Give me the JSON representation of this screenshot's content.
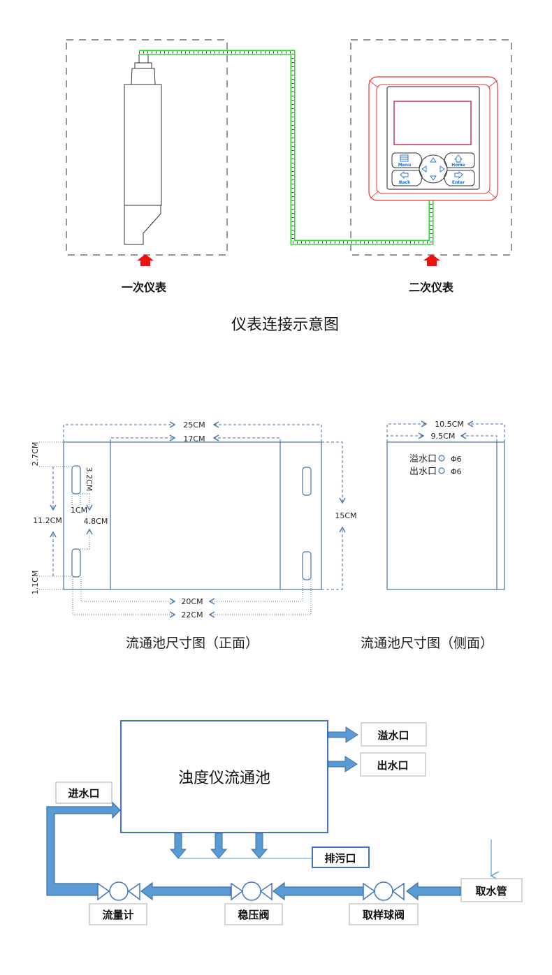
{
  "section1": {
    "primary_label": "一次仪表",
    "secondary_label": "二次仪表",
    "caption": "仪表连接示意图",
    "keypad": {
      "menu": "Menu",
      "home": "Home",
      "back": "Back",
      "enter": "Enter"
    },
    "colors": {
      "cable": "#22dd22",
      "frame": "#ee3333",
      "screen": "#cc3377",
      "key_text": "#1a6fd6",
      "marker": "#ee1111"
    }
  },
  "section2": {
    "front": {
      "caption": "流通池尺寸图（正面）",
      "dims": {
        "total_width": "25CM",
        "inner_width": "17CM",
        "top_margin": "2.7CM",
        "slot_height": "3.2CM",
        "slot_width": "1CM",
        "slot_gap": "4.8CM",
        "slot_span": "11.2CM",
        "bottom_margin": "1.1CM",
        "height": "15CM",
        "slot_inner_span": "20CM",
        "slot_outer_span": "22CM"
      }
    },
    "side": {
      "caption": "流通池尺寸图（侧面）",
      "dims": {
        "outer_depth": "10.5CM",
        "inner_depth": "9.5CM"
      },
      "ports": [
        {
          "name": "溢水口",
          "size": "Φ6"
        },
        {
          "name": "出水口",
          "size": "Φ6"
        }
      ]
    },
    "colors": {
      "line": "#4a72a8"
    }
  },
  "section3": {
    "cell_title": "浊度仪流通池",
    "outputs": [
      "溢水口",
      "出水口"
    ],
    "inlet": "进水口",
    "drain": "排污口",
    "source": "取水管",
    "valves": [
      "流量计",
      "稳压阀",
      "取样球阀"
    ],
    "colors": {
      "pipe": "#5b9bd5",
      "pipe_edge": "#41719c",
      "box": "#4472c4"
    }
  }
}
